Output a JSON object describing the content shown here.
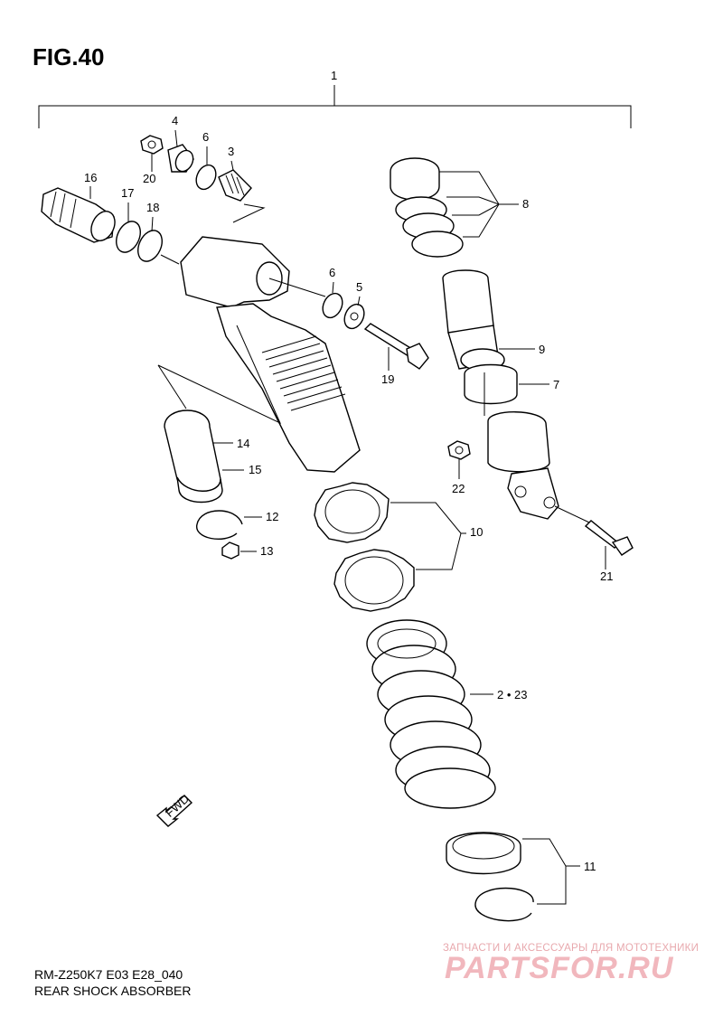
{
  "figure": {
    "title": "FIG.40"
  },
  "footer": {
    "model_code": "RM-Z250K7  E03  E28_040",
    "caption": "REAR SHOCK ABSORBER"
  },
  "watermark": {
    "tagline": "ЗАПЧАСТИ И АКСЕССУАРЫ ДЛЯ МОТОТЕХНИКИ",
    "logo": "PARTSFOR.RU",
    "color": "#f1b7bd"
  },
  "fwd_arrow": {
    "label": "FWD"
  },
  "callouts": {
    "c1": "1",
    "c2_23": "2 • 23",
    "c3": "3",
    "c4": "4",
    "c5": "5",
    "c6a": "6",
    "c6b": "6",
    "c7": "7",
    "c8": "8",
    "c9": "9",
    "c10": "10",
    "c11": "11",
    "c12": "12",
    "c13": "13",
    "c14": "14",
    "c15": "15",
    "c16": "16",
    "c17": "17",
    "c18": "18",
    "c19": "19",
    "c20": "20",
    "c21": "21",
    "c22": "22"
  }
}
